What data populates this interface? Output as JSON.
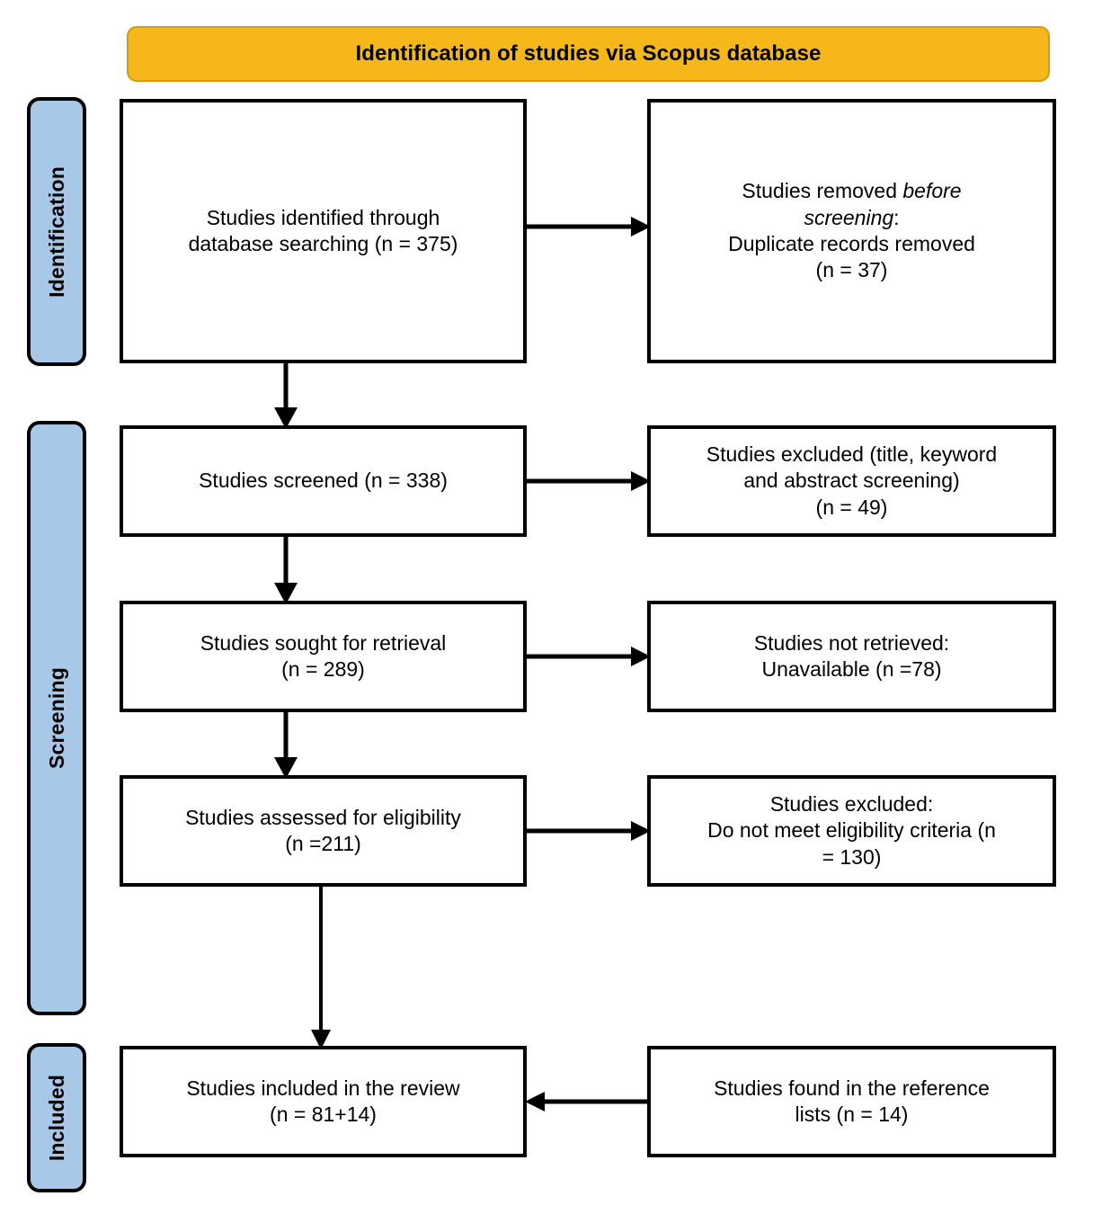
{
  "header": {
    "title": "Identification of studies via Scopus database",
    "fill_color": "#F5B719",
    "border_color": "#D19A10"
  },
  "stages": [
    {
      "id": "identification",
      "label": "Identification",
      "fill_color": "#A8C8E8"
    },
    {
      "id": "screening",
      "label": "Screening",
      "fill_color": "#A8C8E8"
    },
    {
      "id": "included",
      "label": "Included",
      "fill_color": "#A8C8E8"
    }
  ],
  "boxes": {
    "identified": {
      "line1": "Studies identified through",
      "line2": "database searching (n = 375)"
    },
    "removed": {
      "line1_pre": "Studies removed ",
      "line1_em": "before",
      "line2_em": "screening",
      "line2_post": ":",
      "line3": "Duplicate records removed",
      "line4": "(n = 37)"
    },
    "screened": {
      "line1": "Studies screened (n = 338)"
    },
    "excluded_screening": {
      "line1": "Studies excluded (title, keyword",
      "line2": "and abstract screening)",
      "line3": "(n = 49)"
    },
    "sought": {
      "line1": "Studies sought for retrieval",
      "line2": "(n = 289)"
    },
    "not_retrieved": {
      "line1": "Studies not retrieved:",
      "line2": "Unavailable (n =78)"
    },
    "assessed": {
      "line1": "Studies assessed for eligibility",
      "line2": "(n =211)"
    },
    "excluded_eligibility": {
      "line1": "Studies excluded:",
      "line2": "Do not meet eligibility criteria (n",
      "line3": "= 130)"
    },
    "included": {
      "line1": "Studies included in the review",
      "line2": "(n = 81+14)"
    },
    "reference_lists": {
      "line1": "Studies found in the reference",
      "line2": "lists (n = 14)"
    }
  },
  "chart_data": {
    "type": "diagram",
    "title": "PRISMA flow diagram - Identification of studies via Scopus database",
    "nodes": [
      {
        "id": "identified",
        "stage": "Identification",
        "column": "left",
        "label": "Studies identified through database searching (n = 375)",
        "n": 375
      },
      {
        "id": "removed",
        "stage": "Identification",
        "column": "right",
        "label": "Studies removed before screening: Duplicate records removed (n = 37)",
        "n": 37
      },
      {
        "id": "screened",
        "stage": "Screening",
        "column": "left",
        "label": "Studies screened (n = 338)",
        "n": 338
      },
      {
        "id": "excluded_screening",
        "stage": "Screening",
        "column": "right",
        "label": "Studies excluded (title, keyword and abstract screening) (n = 49)",
        "n": 49
      },
      {
        "id": "sought",
        "stage": "Screening",
        "column": "left",
        "label": "Studies sought for retrieval (n = 289)",
        "n": 289
      },
      {
        "id": "not_retrieved",
        "stage": "Screening",
        "column": "right",
        "label": "Studies not retrieved: Unavailable (n =78)",
        "n": 78
      },
      {
        "id": "assessed",
        "stage": "Screening",
        "column": "left",
        "label": "Studies assessed for eligibility (n =211)",
        "n": 211
      },
      {
        "id": "excluded_eligibility",
        "stage": "Screening",
        "column": "right",
        "label": "Studies excluded: Do not meet eligibility criteria (n = 130)",
        "n": 130
      },
      {
        "id": "included",
        "stage": "Included",
        "column": "left",
        "label": "Studies included in the review (n = 81+14)",
        "n": 95
      },
      {
        "id": "reference_lists",
        "stage": "Included",
        "column": "right",
        "label": "Studies found in the reference lists (n = 14)",
        "n": 14
      }
    ],
    "edges": [
      {
        "from": "identified",
        "to": "removed",
        "direction": "right"
      },
      {
        "from": "identified",
        "to": "screened",
        "direction": "down"
      },
      {
        "from": "screened",
        "to": "excluded_screening",
        "direction": "right"
      },
      {
        "from": "screened",
        "to": "sought",
        "direction": "down"
      },
      {
        "from": "sought",
        "to": "not_retrieved",
        "direction": "right"
      },
      {
        "from": "sought",
        "to": "assessed",
        "direction": "down"
      },
      {
        "from": "assessed",
        "to": "excluded_eligibility",
        "direction": "right"
      },
      {
        "from": "assessed",
        "to": "included",
        "direction": "down"
      },
      {
        "from": "reference_lists",
        "to": "included",
        "direction": "left"
      }
    ]
  }
}
